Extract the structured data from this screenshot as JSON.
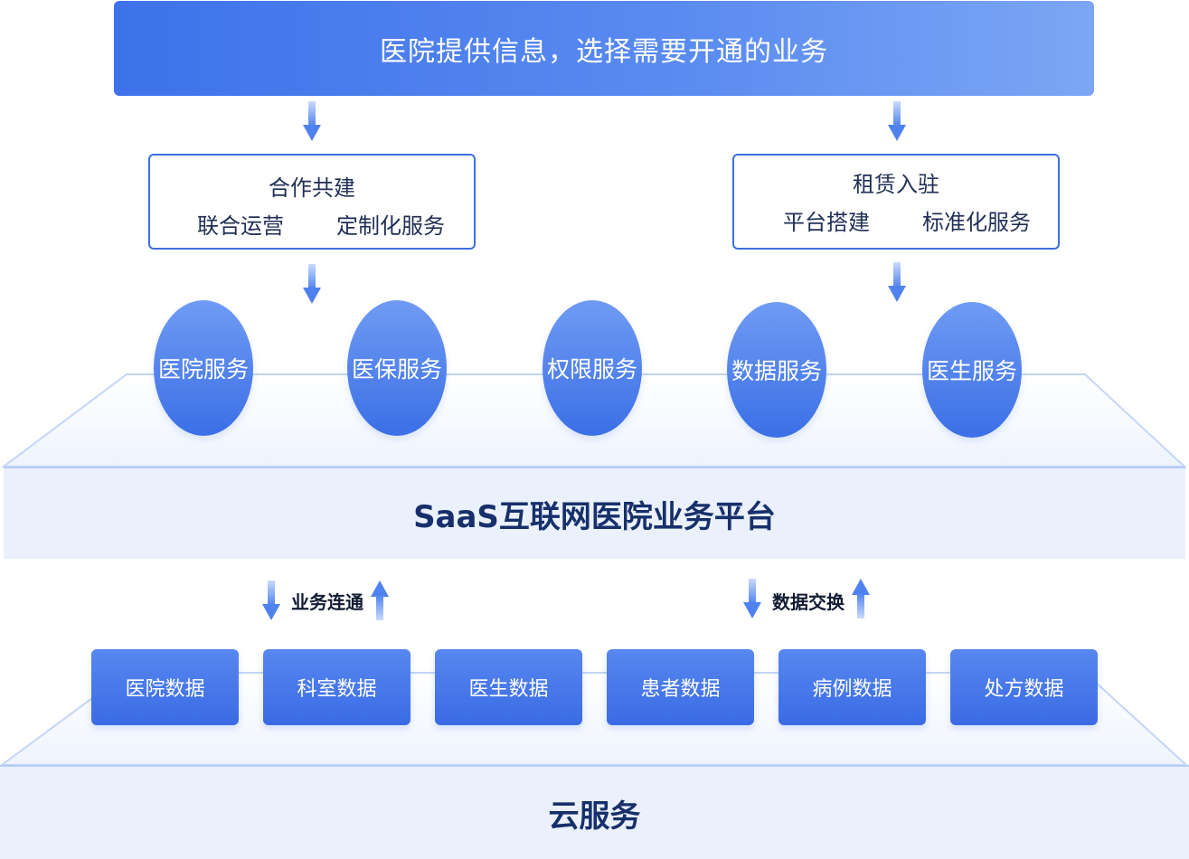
{
  "banner": {
    "text": "医院提供信息，选择需要开通的业务"
  },
  "modes": [
    {
      "title": "合作共建",
      "items": [
        "联合运营",
        "定制化服务"
      ]
    },
    {
      "title": "租赁入驻",
      "items": [
        "平台搭建",
        "标准化服务"
      ]
    }
  ],
  "platform": {
    "label": "SaaS互联网医院业务平台",
    "services": [
      "医院服务",
      "医保服务",
      "权限服务",
      "数据服务",
      "医生服务"
    ]
  },
  "links": {
    "left": "业务连通",
    "right": "数据交换"
  },
  "cloud": {
    "label": "云服务",
    "data": [
      "医院数据",
      "科室数据",
      "医生数据",
      "患者数据",
      "病例数据",
      "处方数据"
    ]
  },
  "colors": {
    "primary": "#3d72ea",
    "light_band": "#eaf1fd",
    "dark_text": "#17306b"
  }
}
